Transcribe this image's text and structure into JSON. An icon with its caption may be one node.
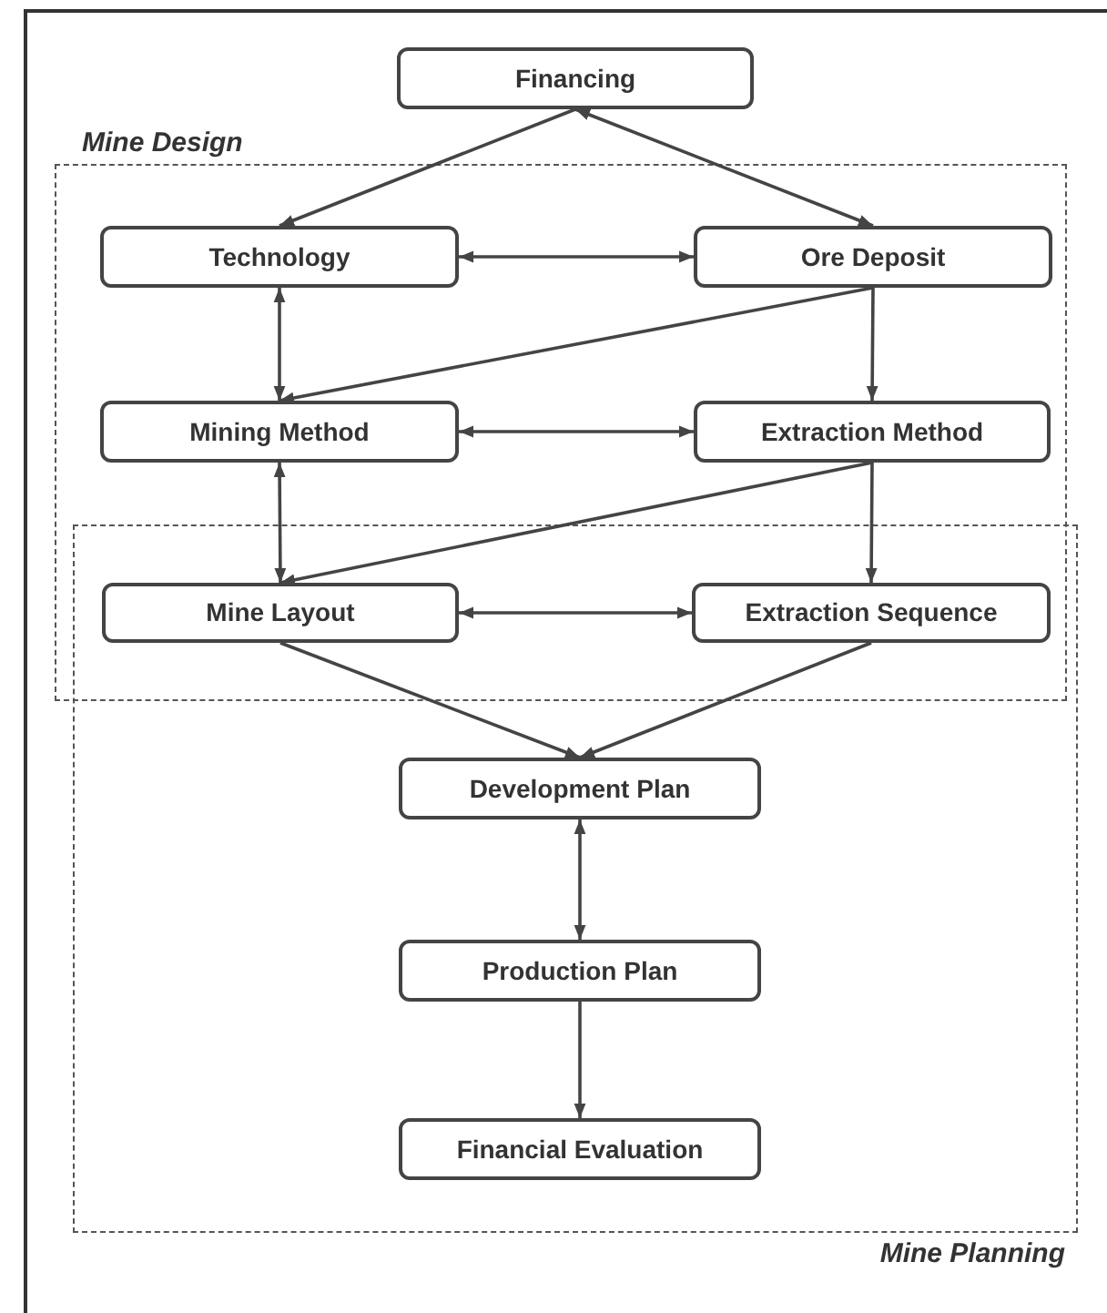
{
  "diagram": {
    "nodes": [
      {
        "text": [
          "Financing"
        ]
      },
      {
        "text": [
          "Mine Design"
        ]
      },
      {
        "text": [
          "Technology"
        ],
        "in": 1
      },
      {
        "text": [
          "Ore Deposit"
        ],
        "in": 1
      },
      {
        "text": [
          "Mining Method"
        ],
        "in": 1
      },
      {
        "text": [
          "Extraction Method"
        ],
        "in": 1
      },
      {
        "text": [
          "Mine Planning"
        ]
      },
      {
        "text": [
          "Mine Layout"
        ]
      },
      {
        "text": [
          "Extraction Sequence"
        ]
      },
      {
        "text": [
          "Development Plan"
        ],
        "in": 6
      },
      {
        "text": [
          "Production Plan"
        ],
        "in": 6
      },
      {
        "text": [
          "Financial Evaluation"
        ],
        "in": 6
      }
    ],
    "edges": [
      {
        "from": 0,
        "to": 2,
        "arrow": "to"
      },
      {
        "from": 0,
        "to": 3,
        "arrow": "both"
      },
      {
        "from": 2,
        "to": 3,
        "arrow": "both"
      },
      {
        "from": 2,
        "to": 4,
        "arrow": "both"
      },
      {
        "from": 3,
        "to": 4,
        "arrow": "to"
      },
      {
        "from": 3,
        "to": 5,
        "arrow": "to"
      },
      {
        "from": 4,
        "to": 5,
        "arrow": "both"
      },
      {
        "from": 4,
        "to": 7,
        "arrow": "both"
      },
      {
        "from": 5,
        "to": 7,
        "arrow": "to"
      },
      {
        "from": 5,
        "to": 8,
        "arrow": "to"
      },
      {
        "from": 7,
        "to": 8,
        "arrow": "both"
      },
      {
        "from": 7,
        "to": 9,
        "arrow": "to"
      },
      {
        "from": 8,
        "to": 9,
        "arrow": "to"
      },
      {
        "from": 9,
        "to": 10,
        "arrow": "both"
      },
      {
        "from": 10,
        "to": 11,
        "arrow": "to"
      }
    ]
  }
}
